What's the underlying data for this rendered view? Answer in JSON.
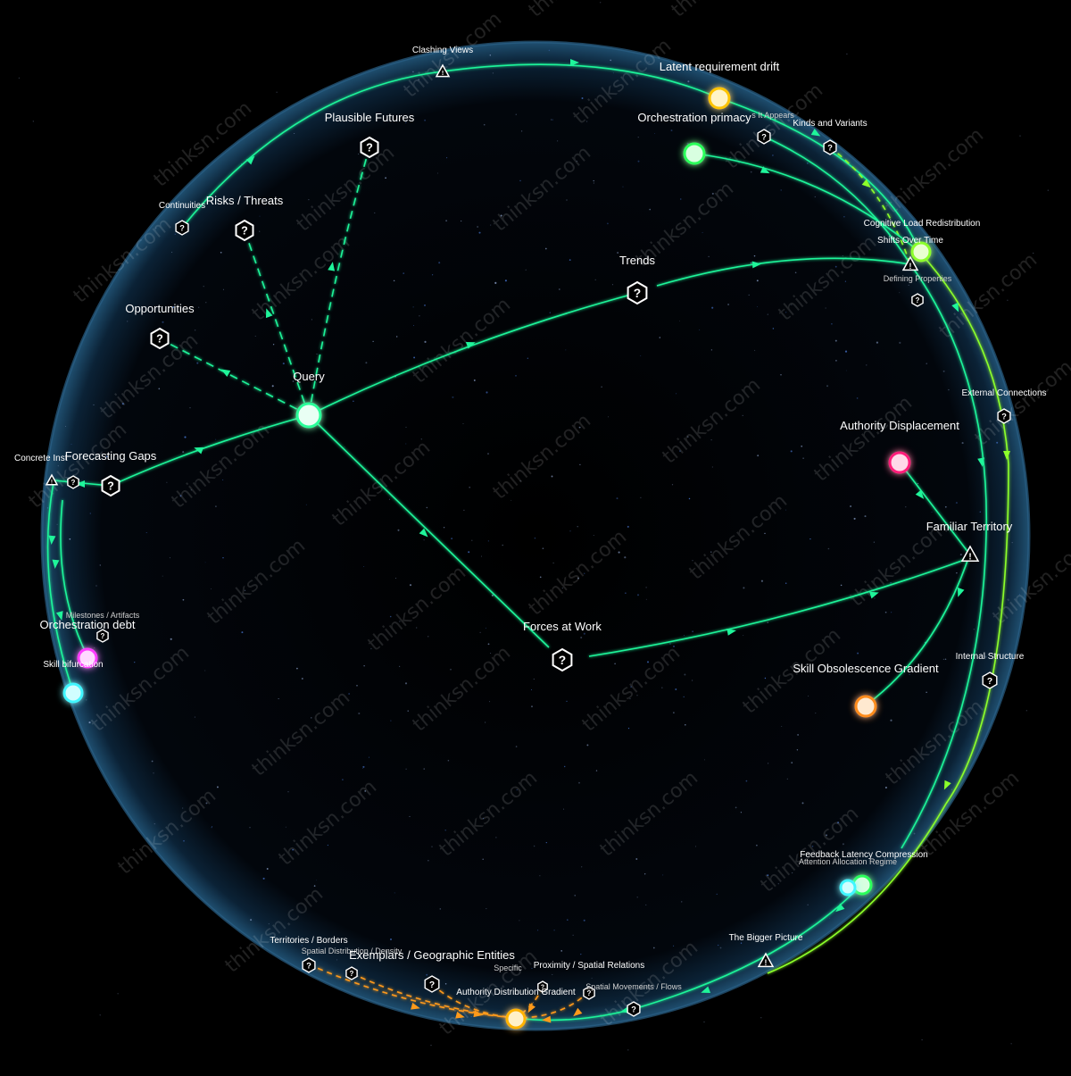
{
  "watermark": "thinksn.com",
  "colors": {
    "edge": "#1ff59a",
    "edge_lime": "#8cff2a",
    "edge_orange": "#ff9a1a",
    "node_query": "#e9fff4",
    "node_green": "#2bff5a",
    "node_yellow": "#ffc400",
    "node_pink": "#ff1f7a",
    "node_orange": "#ff8c1a",
    "node_cyan": "#3ff6ff",
    "node_magenta": "#ff3cff"
  },
  "labels": {
    "query": "Query",
    "trends": "Trends",
    "forces_at_work": "Forces at Work",
    "opportunities": "Opportunities",
    "plausible_futures": "Plausible Futures",
    "risks_threats": "Risks / Threats",
    "continuities": "Continuities",
    "clashing_views": "Clashing Views",
    "forecasting_gaps": "Forecasting Gaps",
    "concrete_inst": "Concrete Inst",
    "latent_requirement_drift": "Latent requirement drift",
    "orchestration_primacy": "Orchestration primacy",
    "it_appears": "s It Appears",
    "kinds_and_variants": "Kinds and Variants",
    "cognitive_load_redistribution": "Cognitive Load Redistribution",
    "shifts_over_time": "Shifts Over Time",
    "defining_properties": "Defining Properties",
    "external_connections": "External Connections",
    "authority_displacement": "Authority Displacement",
    "familiar_territory": "Familiar Territory",
    "internal_structure": "Internal Structure",
    "skill_obsolescence_gradient": "Skill Obsolescence Gradient",
    "feedback_latency_compression": "Feedback Latency Compression",
    "attention_allocation_regime": "Attention Allocation Regime",
    "the_bigger_picture": "The Bigger Picture",
    "milestones_artifacts": "Milestones / Artifacts",
    "orchestration_debt": "Orchestration debt",
    "skill_bifurcation": "Skill bifurcation",
    "territories_borders": "Territories / Borders",
    "spatial_distribution_density": "Spatial Distribution / Density",
    "exemplars_geographic_entities": "Exemplars / Geographic Entities",
    "specific": "Specific",
    "proximity_spatial_relations": "Proximity / Spatial Relations",
    "authority_distribution_gradient": "Authority Distribution Gradient",
    "spatial_movements_flows": "Spatial Movements / Flows"
  },
  "icons": {
    "question_hex": "?",
    "warning_triangle": "!"
  }
}
